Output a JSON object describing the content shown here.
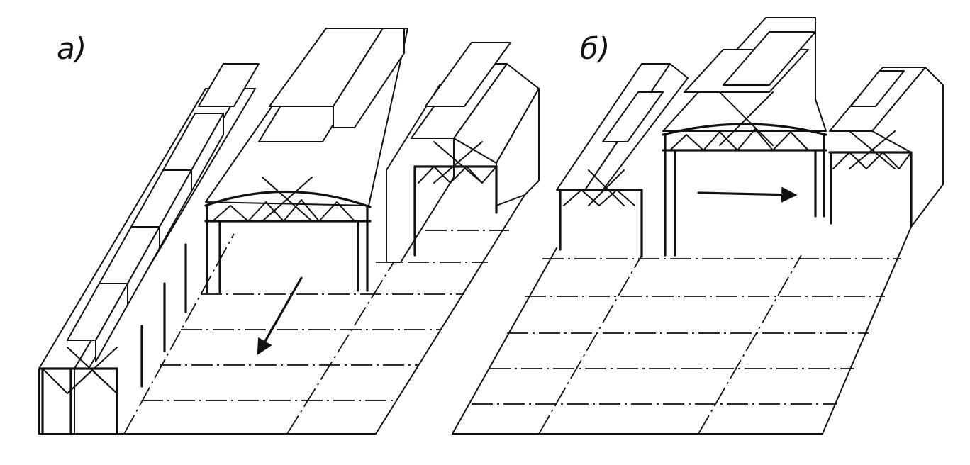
{
  "figure": {
    "panels": [
      {
        "id": "a",
        "label": "а)",
        "arrow_direction": "along-span"
      },
      {
        "id": "b",
        "label": "б)",
        "arrow_direction": "across-span"
      }
    ],
    "colors": {
      "ink": "#111111",
      "paper": "#ffffff"
    }
  }
}
